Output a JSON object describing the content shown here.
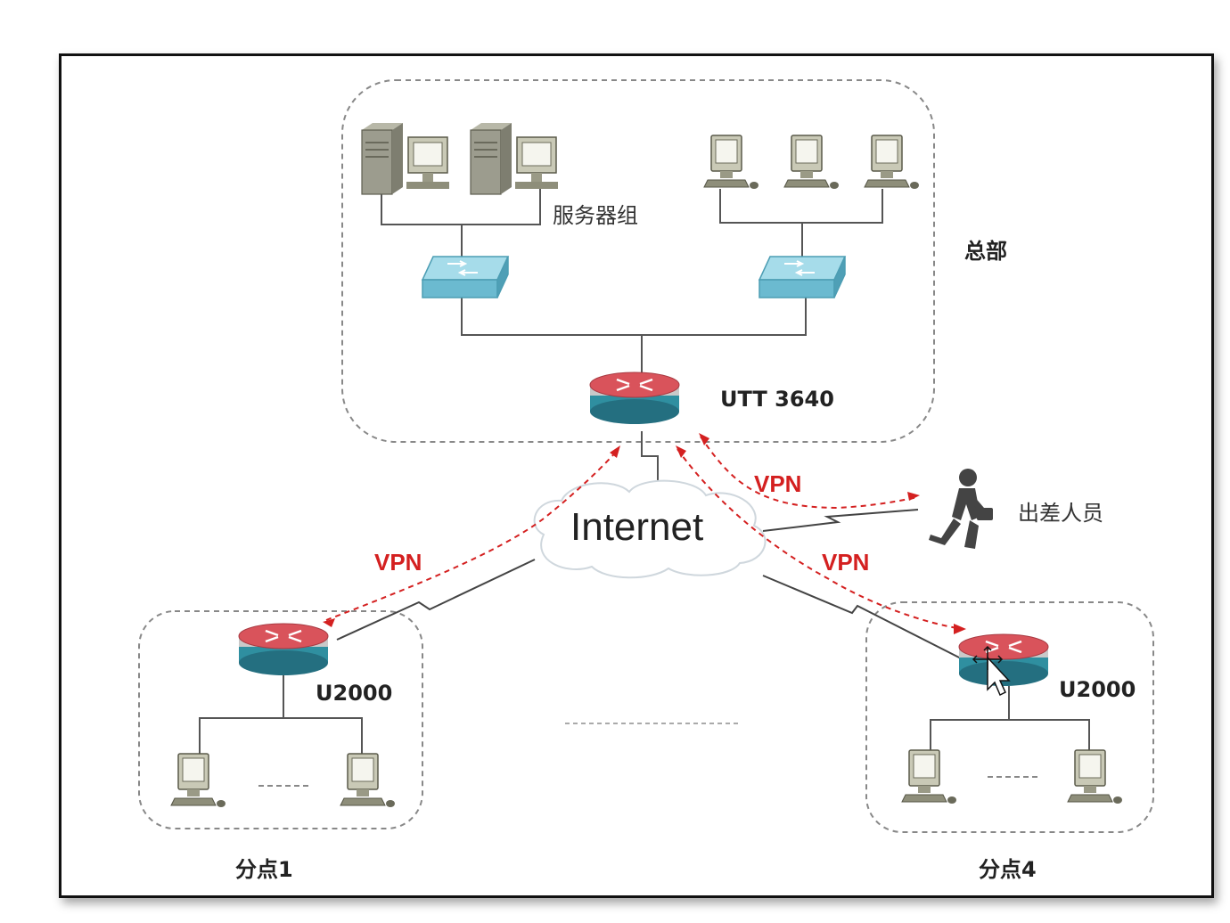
{
  "headquarters": {
    "label": "总部",
    "server_group_label": "服务器组",
    "router_label": "UTT 3640"
  },
  "internet": {
    "label": "Internet"
  },
  "vpn_labels": [
    "VPN",
    "VPN",
    "VPN"
  ],
  "traveler": {
    "label": "出差人员"
  },
  "branch_1": {
    "label": "分点1",
    "router_label": "U2000"
  },
  "branch_4": {
    "label": "分点4",
    "router_label": "U2000"
  },
  "colors": {
    "vpn": "#d42020",
    "router_top": "#d9535b",
    "router_band": "#2f8fa0",
    "switch": "#8fd0e0",
    "box_border": "#888888"
  }
}
